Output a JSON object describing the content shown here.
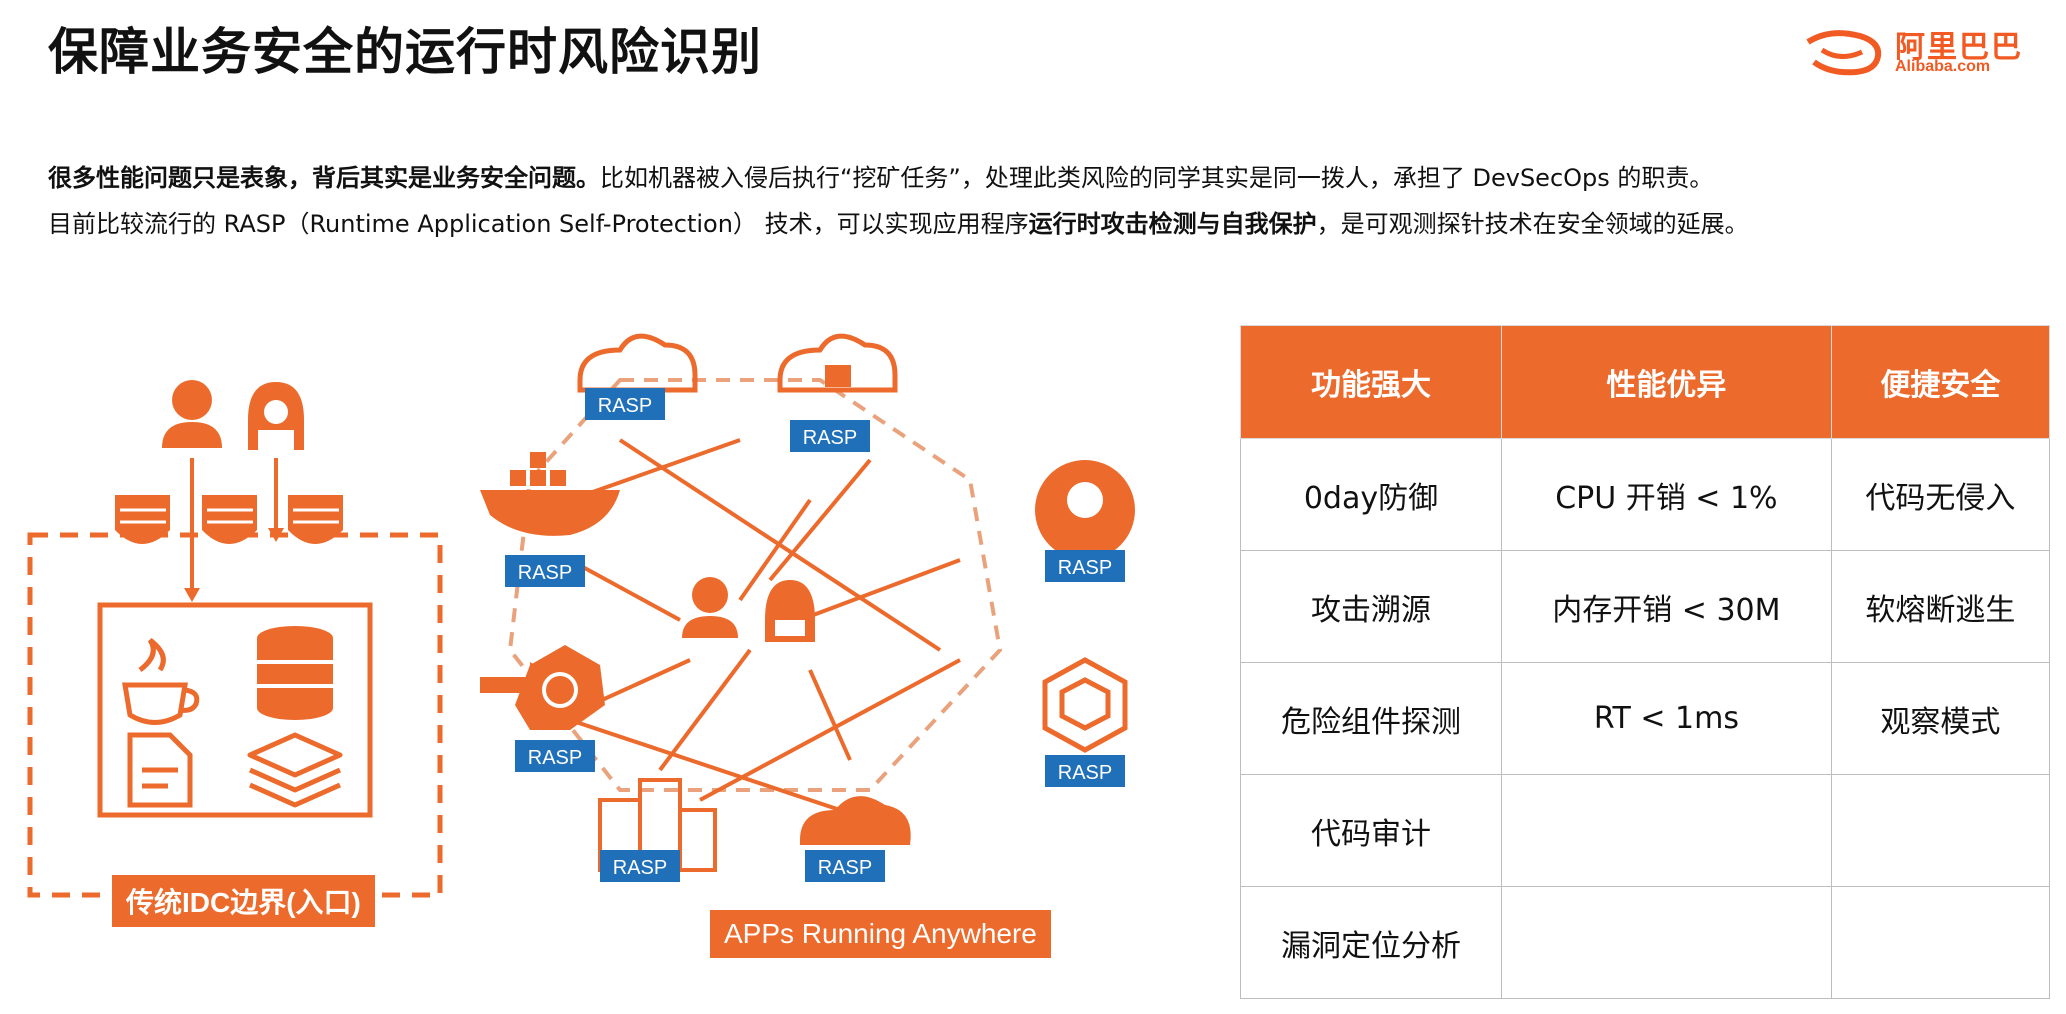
{
  "title": "保障业务安全的运行时风险识别",
  "logo": {
    "cn": "阿里巴巴",
    "en": "Alibaba.com"
  },
  "intro": {
    "line1_bold": "很多性能问题只是表象，背后其实是业务安全问题。",
    "line1_rest": "比如机器被入侵后执行“挖矿任务”，处理此类风险的同学其实是同一拨人，承担了 DevSecOps 的职责。",
    "line2_a": "目前比较流行的 RASP（Runtime Application Self-Protection） 技术，可以实现应用程序",
    "line2_bold": "运行时攻击检测与自我保护",
    "line2_b": "，是可观测探针技术在安全领域的延展。"
  },
  "left_figure": {
    "label": "传统IDC边界(入口)"
  },
  "middle_figure": {
    "label": "APPs Running Anywhere",
    "badge": "RASP"
  },
  "table": {
    "headers": [
      "功能强大",
      "性能优异",
      "便捷安全"
    ],
    "rows": [
      [
        "0day防御",
        "CPU 开销 < 1%",
        "代码无侵入"
      ],
      [
        "攻击溯源",
        "内存开销 < 30M",
        "软熔断逃生"
      ],
      [
        "危险组件探测",
        "RT < 1ms",
        "观察模式"
      ],
      [
        "代码审计",
        "",
        ""
      ],
      [
        "漏洞定位分析",
        "",
        ""
      ]
    ]
  },
  "colors": {
    "accent": "#ec6a2b",
    "rasp_badge": "#1f6fb9",
    "logo": "#f15a22"
  }
}
